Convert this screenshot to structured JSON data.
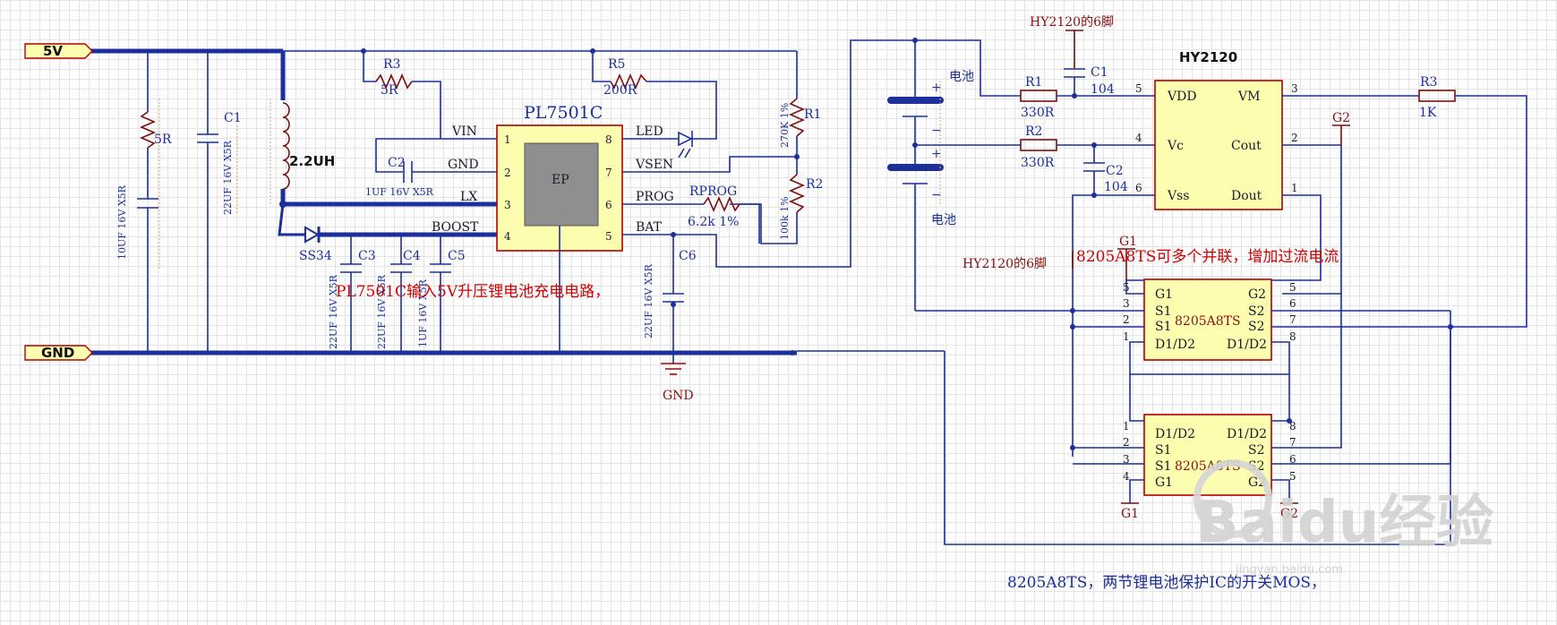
{
  "ports": {
    "vin": "5V",
    "gnd": "GND"
  },
  "chip1": {
    "name": "PL7501C",
    "ep": "EP",
    "pins_left": [
      {
        "num": "1",
        "name": "VIN"
      },
      {
        "num": "2",
        "name": "GND"
      },
      {
        "num": "3",
        "name": "LX"
      },
      {
        "num": "4",
        "name": "BOOST"
      }
    ],
    "pins_right": [
      {
        "num": "8",
        "name": "LED"
      },
      {
        "num": "7",
        "name": "VSEN"
      },
      {
        "num": "6",
        "name": "PROG"
      },
      {
        "num": "5",
        "name": "BAT"
      }
    ]
  },
  "chip2": {
    "name": "HY2120",
    "pins_left": [
      {
        "num": "5",
        "name": "VDD"
      },
      {
        "num": "4",
        "name": "Vc"
      },
      {
        "num": "6",
        "name": "Vss"
      }
    ],
    "pins_right": [
      {
        "num": "3",
        "name": "VM"
      },
      {
        "num": "2",
        "name": "Cout"
      },
      {
        "num": "1",
        "name": "Dout"
      }
    ]
  },
  "mos_top": {
    "name": "8205A8TS",
    "left": [
      {
        "num": "5",
        "name": "G1"
      },
      {
        "num": "3",
        "name": "S1"
      },
      {
        "num": "2",
        "name": "S1"
      },
      {
        "num": "1",
        "name": "D1/D2"
      }
    ],
    "right": [
      {
        "num": "5",
        "name": "G2"
      },
      {
        "num": "6",
        "name": "S2"
      },
      {
        "num": "7",
        "name": "S2"
      },
      {
        "num": "8",
        "name": "D1/D2"
      }
    ]
  },
  "mos_bottom": {
    "name": "8205A8TS",
    "left": [
      {
        "num": "1",
        "name": "D1/D2"
      },
      {
        "num": "2",
        "name": "S1"
      },
      {
        "num": "3",
        "name": "S1"
      },
      {
        "num": "4",
        "name": "G1"
      }
    ],
    "right": [
      {
        "num": "8",
        "name": "D1/D2"
      },
      {
        "num": "7",
        "name": "S2"
      },
      {
        "num": "6",
        "name": "S2"
      },
      {
        "num": "5",
        "name": "G2"
      }
    ]
  },
  "components": {
    "r3_left": {
      "ref": "R3",
      "val": "5R"
    },
    "r5": {
      "ref": "R5",
      "val": "200R"
    },
    "r_5v": {
      "val": "5R"
    },
    "c_5v": {
      "val": "10UF 16V X5R"
    },
    "c1_left": {
      "ref": "C1",
      "val": "22UF 16V X5R"
    },
    "inductor": {
      "val": "2.2UH"
    },
    "c2_left": {
      "ref": "C2",
      "val": "1UF 16V X5R"
    },
    "diode": {
      "ref": "SS34"
    },
    "c3": {
      "ref": "C3",
      "val": "22UF 16V X5R"
    },
    "c4": {
      "ref": "C4",
      "val": "22UF 16V X5R"
    },
    "c5": {
      "ref": "C5",
      "val": "1UF 16V X5R"
    },
    "rprog": {
      "ref": "RPROG",
      "val": "6.2k 1%"
    },
    "r1_left": {
      "ref": "R1",
      "val": "270K 1%"
    },
    "r2_left": {
      "ref": "R2",
      "val": "100k 1%"
    },
    "c6": {
      "ref": "C6",
      "val": "22UF 16V X5R"
    },
    "gnd_sym": {
      "label": "GND"
    },
    "r1_right": {
      "ref": "R1",
      "val": "330R"
    },
    "r2_right": {
      "ref": "R2",
      "val": "330R"
    },
    "c1_right": {
      "ref": "C1",
      "val": "104"
    },
    "c2_right": {
      "ref": "C2",
      "val": "104"
    },
    "r3_right": {
      "ref": "R3",
      "val": "1K"
    },
    "bat_top": {
      "label": "电池"
    },
    "bat_bottom": {
      "label": "电池"
    },
    "plus": "+",
    "minus": "−"
  },
  "nets": {
    "hy_pin6_top": "HY2120的6脚",
    "hy_pin6_left": "HY2120的6脚",
    "g1": "G1",
    "g2": "G2"
  },
  "notes": {
    "boost_circuit": "PL7501C输入5V升压锂电池充电电路，",
    "mos_parallel": "8205A8TS可多个并联，增加过流电流",
    "mos_desc": "8205A8TS，两节锂电池保护IC的开关MOS，"
  },
  "watermark": {
    "brand": "Baidu经验",
    "url": "jingyan.baidu.com"
  }
}
